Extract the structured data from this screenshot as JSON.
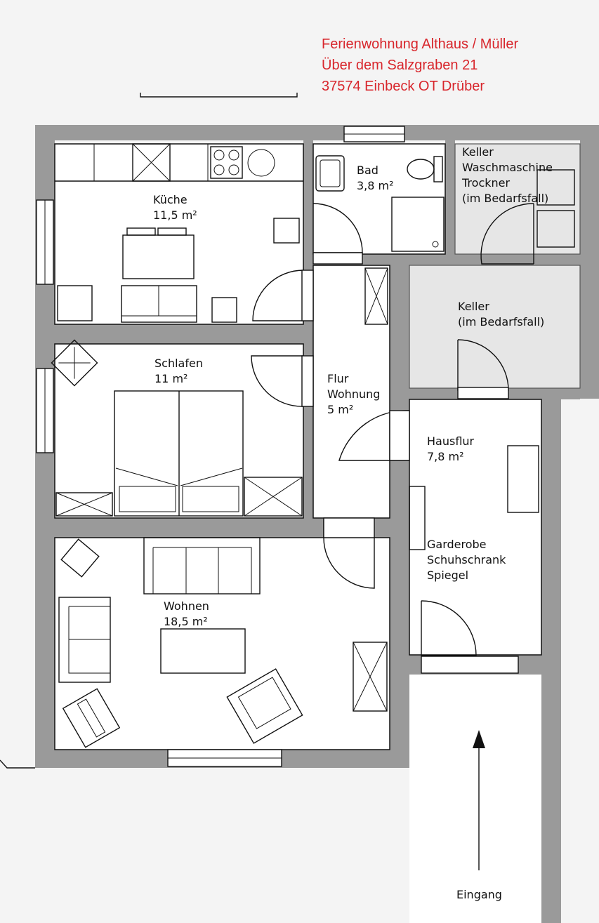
{
  "header": {
    "line1": "Ferienwohnung Althaus / Müller",
    "line2": "Über dem Salzgraben 21",
    "line3": "37574 Einbeck OT Drüber"
  },
  "rooms": {
    "kueche": {
      "name": "Küche",
      "area": "11,5 m²"
    },
    "bad": {
      "name": "Bad",
      "area": "3,8 m²"
    },
    "keller1": {
      "name": "Keller",
      "line2": "Waschmaschine",
      "line3": "Trockner",
      "line4": "(im Bedarfsfall)"
    },
    "keller2": {
      "name": "Keller",
      "line2": "(im Bedarfsfall)"
    },
    "schlafen": {
      "name": "Schlafen",
      "area": "11 m²"
    },
    "flur": {
      "name": "Flur",
      "line2": "Wohnung",
      "area": "5 m²"
    },
    "hausflur": {
      "name": "Hausflur",
      "area": "7,8 m²"
    },
    "garderobe": {
      "line1": "Garderobe",
      "line2": "Schuhschrank",
      "line3": "Spiegel"
    },
    "wohnen": {
      "name": "Wohnen",
      "area": "18,5 m²"
    }
  },
  "entrance": {
    "label": "Eingang"
  },
  "colors": {
    "header_text": "#d8262c",
    "wall": "#9a9a9a",
    "cellar_fill": "#e6e6e6"
  }
}
